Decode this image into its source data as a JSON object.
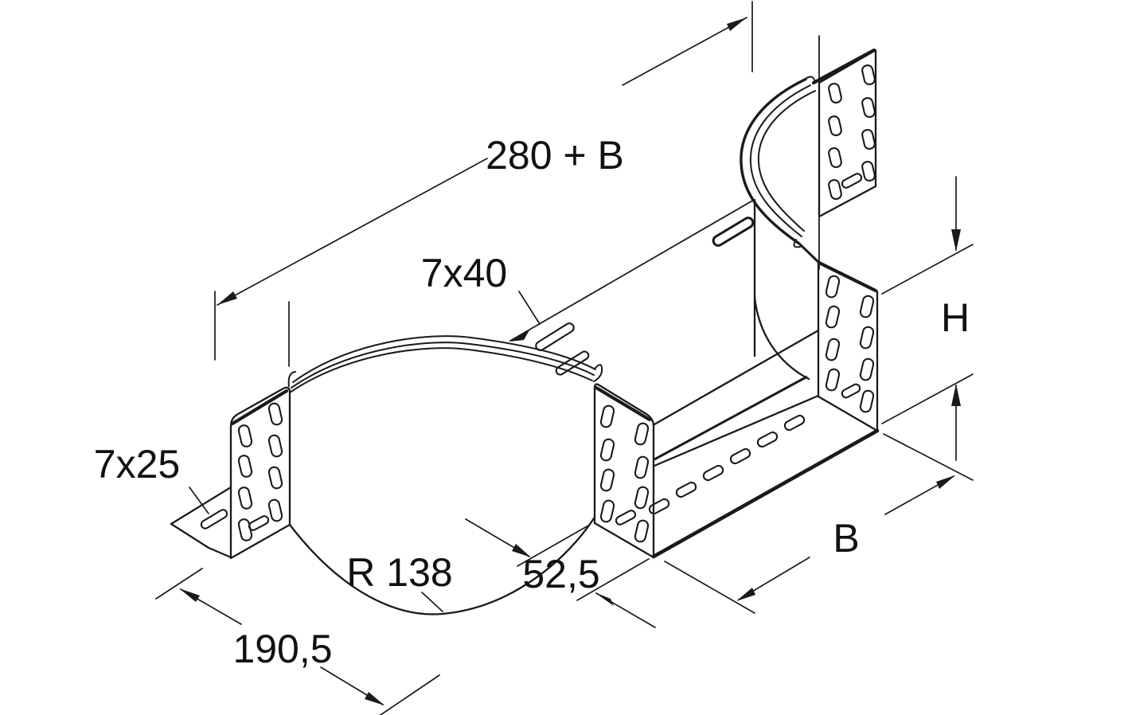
{
  "drawing": {
    "type": "isometric technical drawing",
    "subject": "perforated cable tray add-on tee fitting",
    "colors": {
      "line": "#1a1a1a",
      "background": "#ffffff"
    },
    "labels": {
      "total_length": "280 + B",
      "slot_top_flange": "7x40",
      "slot_base": "7x25",
      "bend_radius": "R 138",
      "branch_offset": "52,5",
      "outlet_depth": "190,5",
      "tray_width": "B",
      "tray_height": "H"
    }
  }
}
